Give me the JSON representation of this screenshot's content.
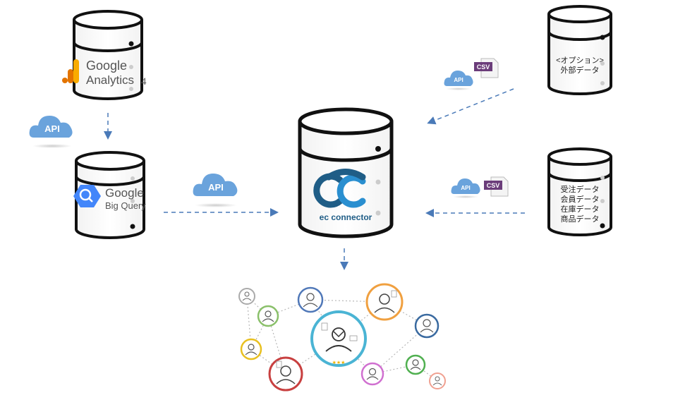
{
  "sources": {
    "google_analytics": {
      "line1": "Google",
      "line2": "Analytics",
      "suffix": "4"
    },
    "big_query": {
      "line1": "Google",
      "line2": "Big Query"
    }
  },
  "api_label": "API",
  "csv_label": "CSV",
  "center": {
    "name": "ec connector"
  },
  "external": {
    "line1": "<オプション>",
    "line2": "外部データ"
  },
  "business_data": [
    "受注データ",
    "会員データ",
    "在庫データ",
    "商品データ"
  ],
  "colors": {
    "arrow": "#4a7ab8",
    "cloud": "#6aa3dc",
    "csv_badge": "#6b3d7a",
    "logo_dark": "#1f5d86",
    "logo_light": "#2a8fd0",
    "hub_ring": "#4ab4d4"
  },
  "network": {
    "ring_colors": [
      "#aaaaaa",
      "#8ac06a",
      "#5078b8",
      "#f0a040",
      "#e8c020",
      "#c84040",
      "#4ab4d4",
      "#3a6aa0",
      "#d070d0",
      "#50b050",
      "#f0a090"
    ]
  }
}
